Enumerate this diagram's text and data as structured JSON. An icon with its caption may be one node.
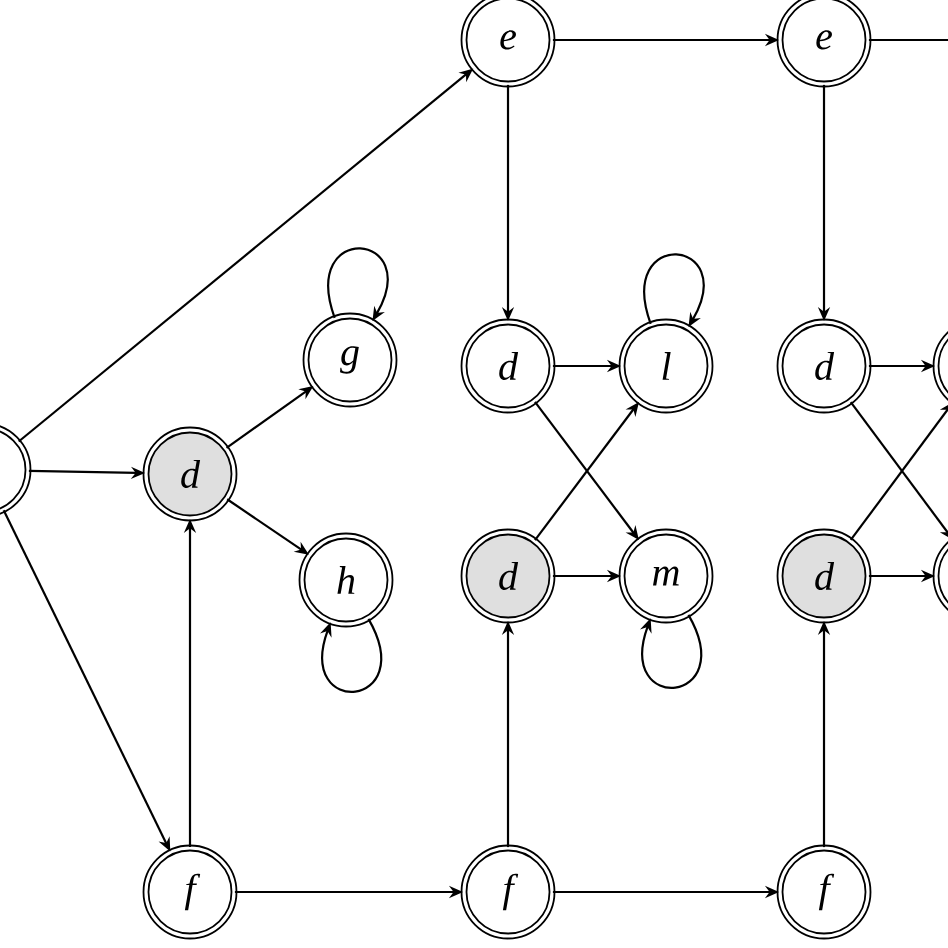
{
  "diagram": {
    "nodes": [
      {
        "text": [
          "e"
        ]
      },
      {
        "text": [
          "e"
        ]
      },
      {
        "text": [
          "g"
        ]
      },
      {
        "text": [
          "d"
        ]
      },
      {
        "text": [
          "l"
        ]
      },
      {
        "text": [
          "d"
        ]
      },
      {
        "text": [],
        "shape": "circle"
      },
      {
        "text": [],
        "shape": "circle"
      },
      {
        "text": [
          "d"
        ]
      },
      {
        "text": [
          "h"
        ]
      },
      {
        "text": [
          "d"
        ]
      },
      {
        "text": [
          "m"
        ]
      },
      {
        "text": [
          "d"
        ]
      },
      {
        "text": [],
        "shape": "circle"
      },
      {
        "text": [
          "f"
        ]
      },
      {
        "text": [
          "f"
        ]
      },
      {
        "text": [
          "f"
        ]
      }
    ],
    "edges": [
      {
        "from": 7,
        "to": 0,
        "arrow": "to"
      },
      {
        "from": 7,
        "to": 8,
        "arrow": "to"
      },
      {
        "from": 7,
        "to": 14,
        "arrow": "to"
      },
      {
        "from": 0,
        "to": 1,
        "arrow": "to"
      },
      {
        "from": 0,
        "to": 3,
        "arrow": "to"
      },
      {
        "from": 1,
        "to": 5,
        "arrow": "to"
      },
      {
        "from": 1,
        "to": null,
        "arrow": "none"
      },
      {
        "from": 8,
        "to": 2,
        "arrow": "to"
      },
      {
        "from": 8,
        "to": 9,
        "arrow": "to"
      },
      {
        "from": 2,
        "to": 2,
        "arrow": "to"
      },
      {
        "from": 9,
        "to": 9,
        "arrow": "to"
      },
      {
        "from": 3,
        "to": 4,
        "arrow": "to"
      },
      {
        "from": 3,
        "to": 11,
        "arrow": "to"
      },
      {
        "from": 10,
        "to": 4,
        "arrow": "to"
      },
      {
        "from": 10,
        "to": 11,
        "arrow": "to"
      },
      {
        "from": 4,
        "to": 4,
        "arrow": "to"
      },
      {
        "from": 11,
        "to": 11,
        "arrow": "to"
      },
      {
        "from": 5,
        "to": 6,
        "arrow": "to"
      },
      {
        "from": 5,
        "to": 13,
        "arrow": "to"
      },
      {
        "from": 12,
        "to": 6,
        "arrow": "to"
      },
      {
        "from": 12,
        "to": 13,
        "arrow": "to"
      },
      {
        "from": 14,
        "to": 8,
        "arrow": "to"
      },
      {
        "from": 14,
        "to": 15,
        "arrow": "to"
      },
      {
        "from": 15,
        "to": 10,
        "arrow": "to"
      },
      {
        "from": 15,
        "to": 16,
        "arrow": "to"
      },
      {
        "from": 16,
        "to": 12,
        "arrow": "to"
      }
    ]
  }
}
